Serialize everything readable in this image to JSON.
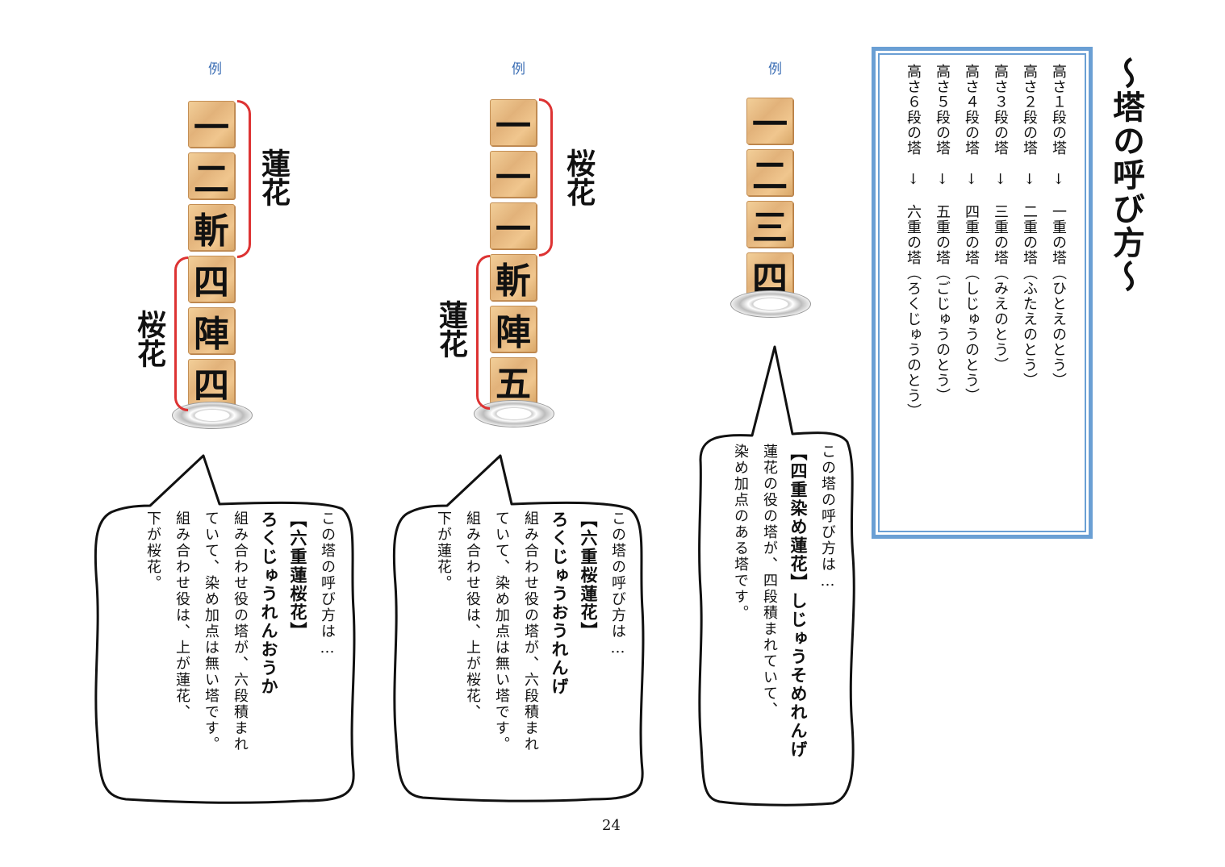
{
  "title": "～塔の呼び方～",
  "frame_list": [
    "高さ１段の塔　↓　一重の塔（ひとえのとう）",
    "高さ２段の塔　↓　二重の塔（ふたえのとう）",
    "高さ３段の塔　↓　三重の塔（みえのとう）",
    "高さ４段の塔　↓　四重の塔（しじゅうのとう）",
    "高さ５段の塔　↓　五重の塔（ごじゅうのとう）",
    "高さ６段の塔　↓　六重の塔（ろくじゅうのとう）"
  ],
  "example_label": "例",
  "towers": {
    "left": {
      "blocks": [
        "一",
        "二",
        "斬",
        "四",
        "陣",
        "四"
      ],
      "label_top": "蓮花",
      "label_bottom": "桜花"
    },
    "middle": {
      "blocks": [
        "一",
        "一",
        "一",
        "斬",
        "陣",
        "五"
      ],
      "label_top": "桜花",
      "label_bottom": "蓮花"
    },
    "right": {
      "blocks": [
        "一",
        "二",
        "三",
        "四"
      ]
    }
  },
  "bubbles": {
    "right": {
      "lines": [
        "この塔の呼び方は…",
        "【四重染め蓮花】しじゅうそめれんげ",
        "蓮花の役の塔が、四段積まれていて、",
        "染め加点のある塔です。"
      ]
    },
    "middle": {
      "lines": [
        "この塔の呼び方は…",
        "【六重桜蓮花】",
        "ろくじゅうおうれんげ",
        "組み合わせ役の塔が、六段積まれ",
        "ていて、染め加点は無い塔です。",
        "組み合わせ役は、上が桜花、",
        "下が蓮花。"
      ]
    },
    "left": {
      "lines": [
        "この塔の呼び方は…",
        "【六重蓮桜花】",
        "ろくじゅうれんおうか",
        "組み合わせ役の塔が、六段積まれ",
        "ていて、染め加点は無い塔です。",
        "組み合わせ役は、上が蓮花、",
        "下が桜花。"
      ]
    }
  },
  "page_number": "24"
}
